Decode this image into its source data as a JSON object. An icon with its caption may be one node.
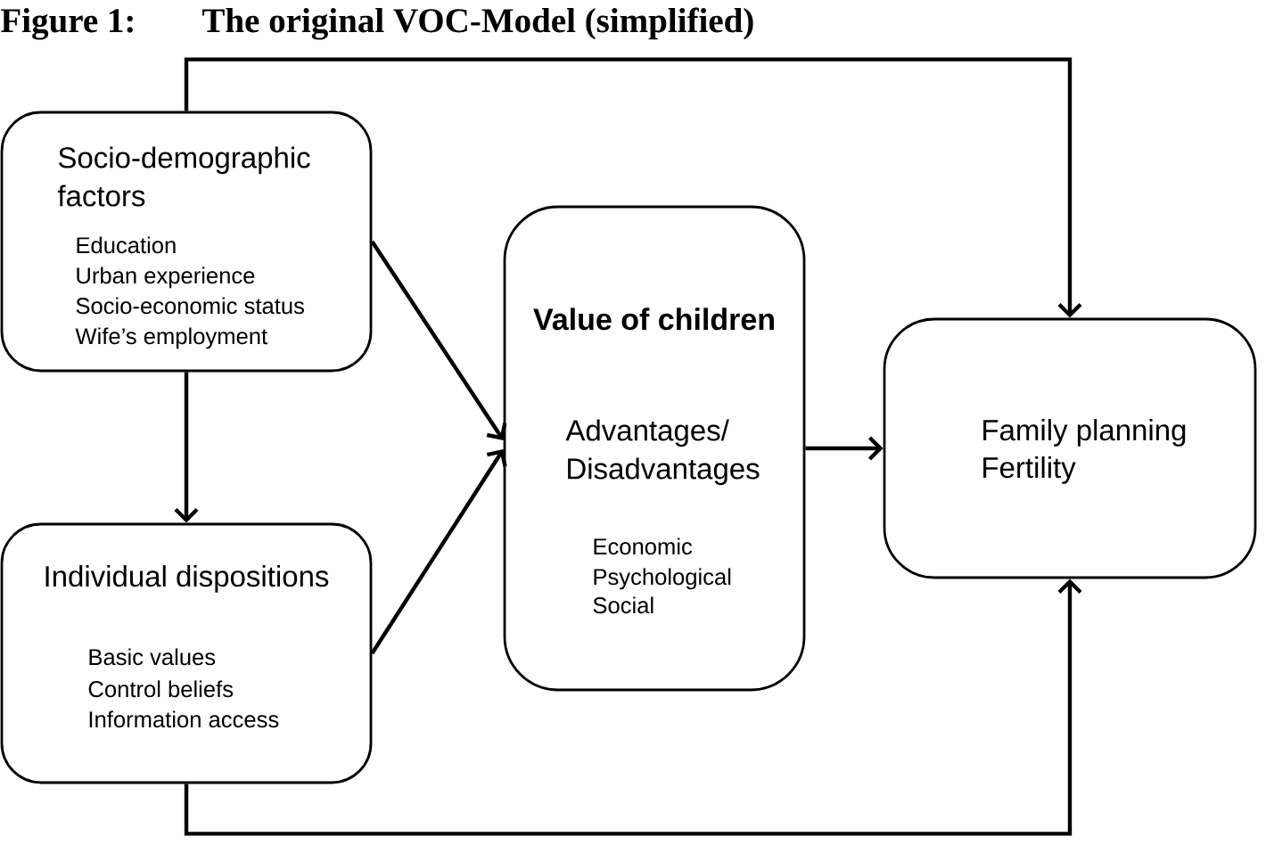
{
  "diagram": {
    "title": "The original VOC-Model (simplified)",
    "nodes": [
      {
        "text": [
          "Socio-demographic factors",
          "Education",
          "Urban experience",
          "Socio-economic status",
          "Wife’s employment"
        ]
      },
      {
        "text": [
          "Individual dispositions",
          "Basic values",
          "Control beliefs",
          "Information access"
        ]
      },
      {
        "text": [
          "Value of children",
          "Advantages/ Disadvantages",
          "Economic",
          "Psychological",
          "Social"
        ]
      },
      {
        "text": [
          "Family planning",
          "Fertility"
        ]
      }
    ],
    "edges": [
      {
        "from": 0,
        "to": 1,
        "arrow": "to"
      },
      {
        "from": 0,
        "to": 2,
        "arrow": "to"
      },
      {
        "from": 1,
        "to": 2,
        "arrow": "to"
      },
      {
        "from": 2,
        "to": 3,
        "arrow": "to"
      },
      {
        "from": 0,
        "to": 3,
        "arrow": "to"
      },
      {
        "from": 1,
        "to": 3,
        "arrow": "to"
      }
    ],
    "labels": [
      "Figure 1:"
    ]
  }
}
